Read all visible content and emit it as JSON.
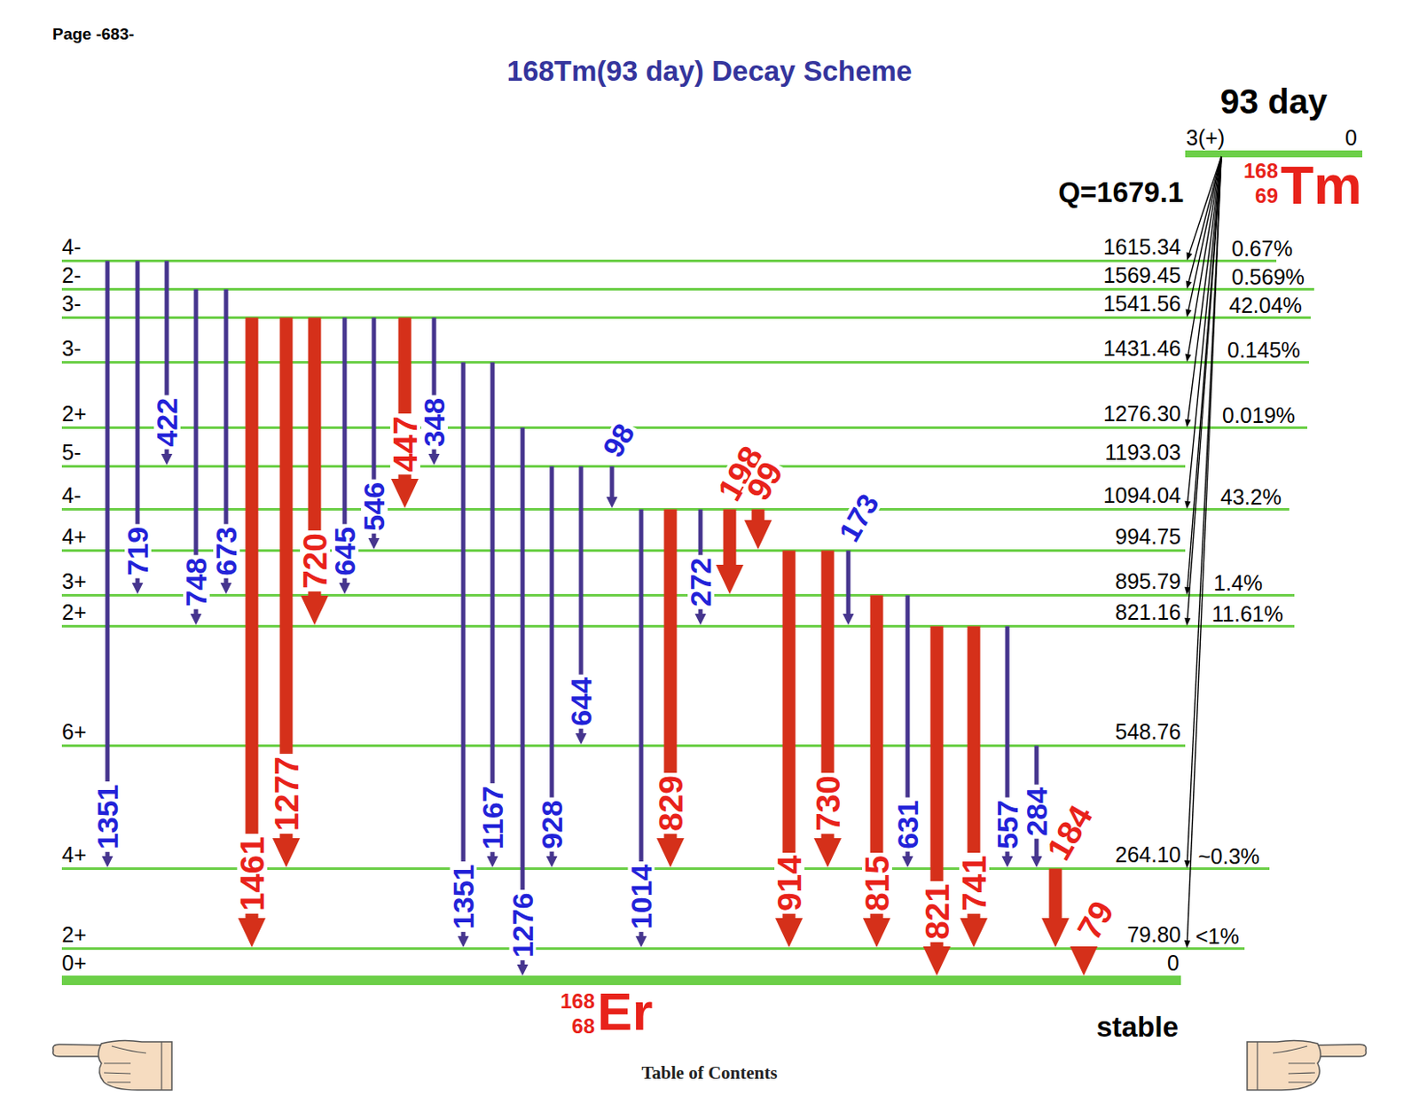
{
  "diagram": {
    "title": "168Tm(93 day) Decay Scheme",
    "nodes": [
      {
        "text": [
          "93 day",
          "3(+)",
          "0"
        ]
      },
      {
        "text": [
          "4-",
          "1615.34"
        ]
      },
      {
        "text": [
          "2-",
          "1569.45"
        ]
      },
      {
        "text": [
          "3-",
          "1541.56"
        ]
      },
      {
        "text": [
          "3-",
          "1431.46"
        ]
      },
      {
        "text": [
          "2+",
          "1276.30"
        ]
      },
      {
        "text": [
          "5-",
          "1193.03"
        ]
      },
      {
        "text": [
          "4-",
          "1094.04"
        ]
      },
      {
        "text": [
          "4+",
          "994.75"
        ]
      },
      {
        "text": [
          "3+",
          "895.79"
        ]
      },
      {
        "text": [
          "2+",
          "821.16"
        ]
      },
      {
        "text": [
          "6+",
          "548.76"
        ]
      },
      {
        "text": [
          "4+",
          "264.10"
        ]
      },
      {
        "text": [
          "2+",
          "79.80"
        ]
      },
      {
        "text": [
          "0+",
          "0"
        ]
      }
    ],
    "edges": [
      {
        "from": 1,
        "to": 12,
        "label": "1351",
        "arrow": "to"
      },
      {
        "from": 1,
        "to": 9,
        "label": "719",
        "arrow": "to"
      },
      {
        "from": 1,
        "to": 6,
        "label": "422",
        "arrow": "to"
      },
      {
        "from": 2,
        "to": 10,
        "label": "748",
        "arrow": "to"
      },
      {
        "from": 2,
        "to": 9,
        "label": "673",
        "arrow": "to"
      },
      {
        "from": 3,
        "to": 13,
        "label": "1461",
        "arrow": "to"
      },
      {
        "from": 3,
        "to": 12,
        "label": "1277",
        "arrow": "to"
      },
      {
        "from": 3,
        "to": 10,
        "label": "720",
        "arrow": "to"
      },
      {
        "from": 3,
        "to": 9,
        "label": "645",
        "arrow": "to"
      },
      {
        "from": 3,
        "to": 8,
        "label": "546",
        "arrow": "to"
      },
      {
        "from": 3,
        "to": 7,
        "label": "447",
        "arrow": "to"
      },
      {
        "from": 3,
        "to": 6,
        "label": "348",
        "arrow": "to"
      },
      {
        "from": 4,
        "to": 13,
        "label": "1351",
        "arrow": "to"
      },
      {
        "from": 4,
        "to": 12,
        "label": "1167",
        "arrow": "to"
      },
      {
        "from": 5,
        "to": 14,
        "label": "1276",
        "arrow": "to"
      },
      {
        "from": 6,
        "to": 12,
        "label": "928",
        "arrow": "to"
      },
      {
        "from": 6,
        "to": 11,
        "label": "644",
        "arrow": "to"
      },
      {
        "from": 6,
        "to": 7,
        "label": "98",
        "arrow": "to"
      },
      {
        "from": 7,
        "to": 13,
        "label": "1014",
        "arrow": "to"
      },
      {
        "from": 7,
        "to": 12,
        "label": "829",
        "arrow": "to"
      },
      {
        "from": 7,
        "to": 10,
        "label": "272",
        "arrow": "to"
      },
      {
        "from": 7,
        "to": 9,
        "label": "198",
        "arrow": "to"
      },
      {
        "from": 7,
        "to": 8,
        "label": "99",
        "arrow": "to"
      },
      {
        "from": 8,
        "to": 13,
        "label": "914",
        "arrow": "to"
      },
      {
        "from": 8,
        "to": 12,
        "label": "730",
        "arrow": "to"
      },
      {
        "from": 8,
        "to": 10,
        "label": "173",
        "arrow": "to"
      },
      {
        "from": 9,
        "to": 13,
        "label": "815",
        "arrow": "to"
      },
      {
        "from": 9,
        "to": 12,
        "label": "631",
        "arrow": "to"
      },
      {
        "from": 10,
        "to": 14,
        "label": "821",
        "arrow": "to"
      },
      {
        "from": 10,
        "to": 13,
        "label": "741",
        "arrow": "to"
      },
      {
        "from": 10,
        "to": 12,
        "label": "557",
        "arrow": "to"
      },
      {
        "from": 11,
        "to": 12,
        "label": "284",
        "arrow": "to"
      },
      {
        "from": 12,
        "to": 13,
        "label": "184",
        "arrow": "to"
      },
      {
        "from": 13,
        "to": 14,
        "label": "79",
        "arrow": "to"
      },
      {
        "from": 0,
        "to": 1,
        "label": "0.67%",
        "arrow": "to"
      },
      {
        "from": 0,
        "to": 2,
        "label": "0.569%",
        "arrow": "to"
      },
      {
        "from": 0,
        "to": 3,
        "label": "42.04%",
        "arrow": "to"
      },
      {
        "from": 0,
        "to": 4,
        "label": "0.145%",
        "arrow": "to"
      },
      {
        "from": 0,
        "to": 5,
        "label": "0.019%",
        "arrow": "to"
      },
      {
        "from": 0,
        "to": 7,
        "label": "43.2%",
        "arrow": "to"
      },
      {
        "from": 0,
        "to": 9,
        "label": "1.4%",
        "arrow": "to"
      },
      {
        "from": 0,
        "to": 10,
        "label": "11.61%",
        "arrow": "to"
      },
      {
        "from": 0,
        "to": 12,
        "label": "~0.3%",
        "arrow": "to"
      },
      {
        "from": 0,
        "to": 13,
        "label": "<1%",
        "arrow": "to"
      }
    ],
    "labels": [
      "Page -683-",
      "Q=1679.1",
      "168",
      "69",
      "Tm",
      "168",
      "68",
      "Er",
      "stable",
      "Table of Contents"
    ]
  }
}
